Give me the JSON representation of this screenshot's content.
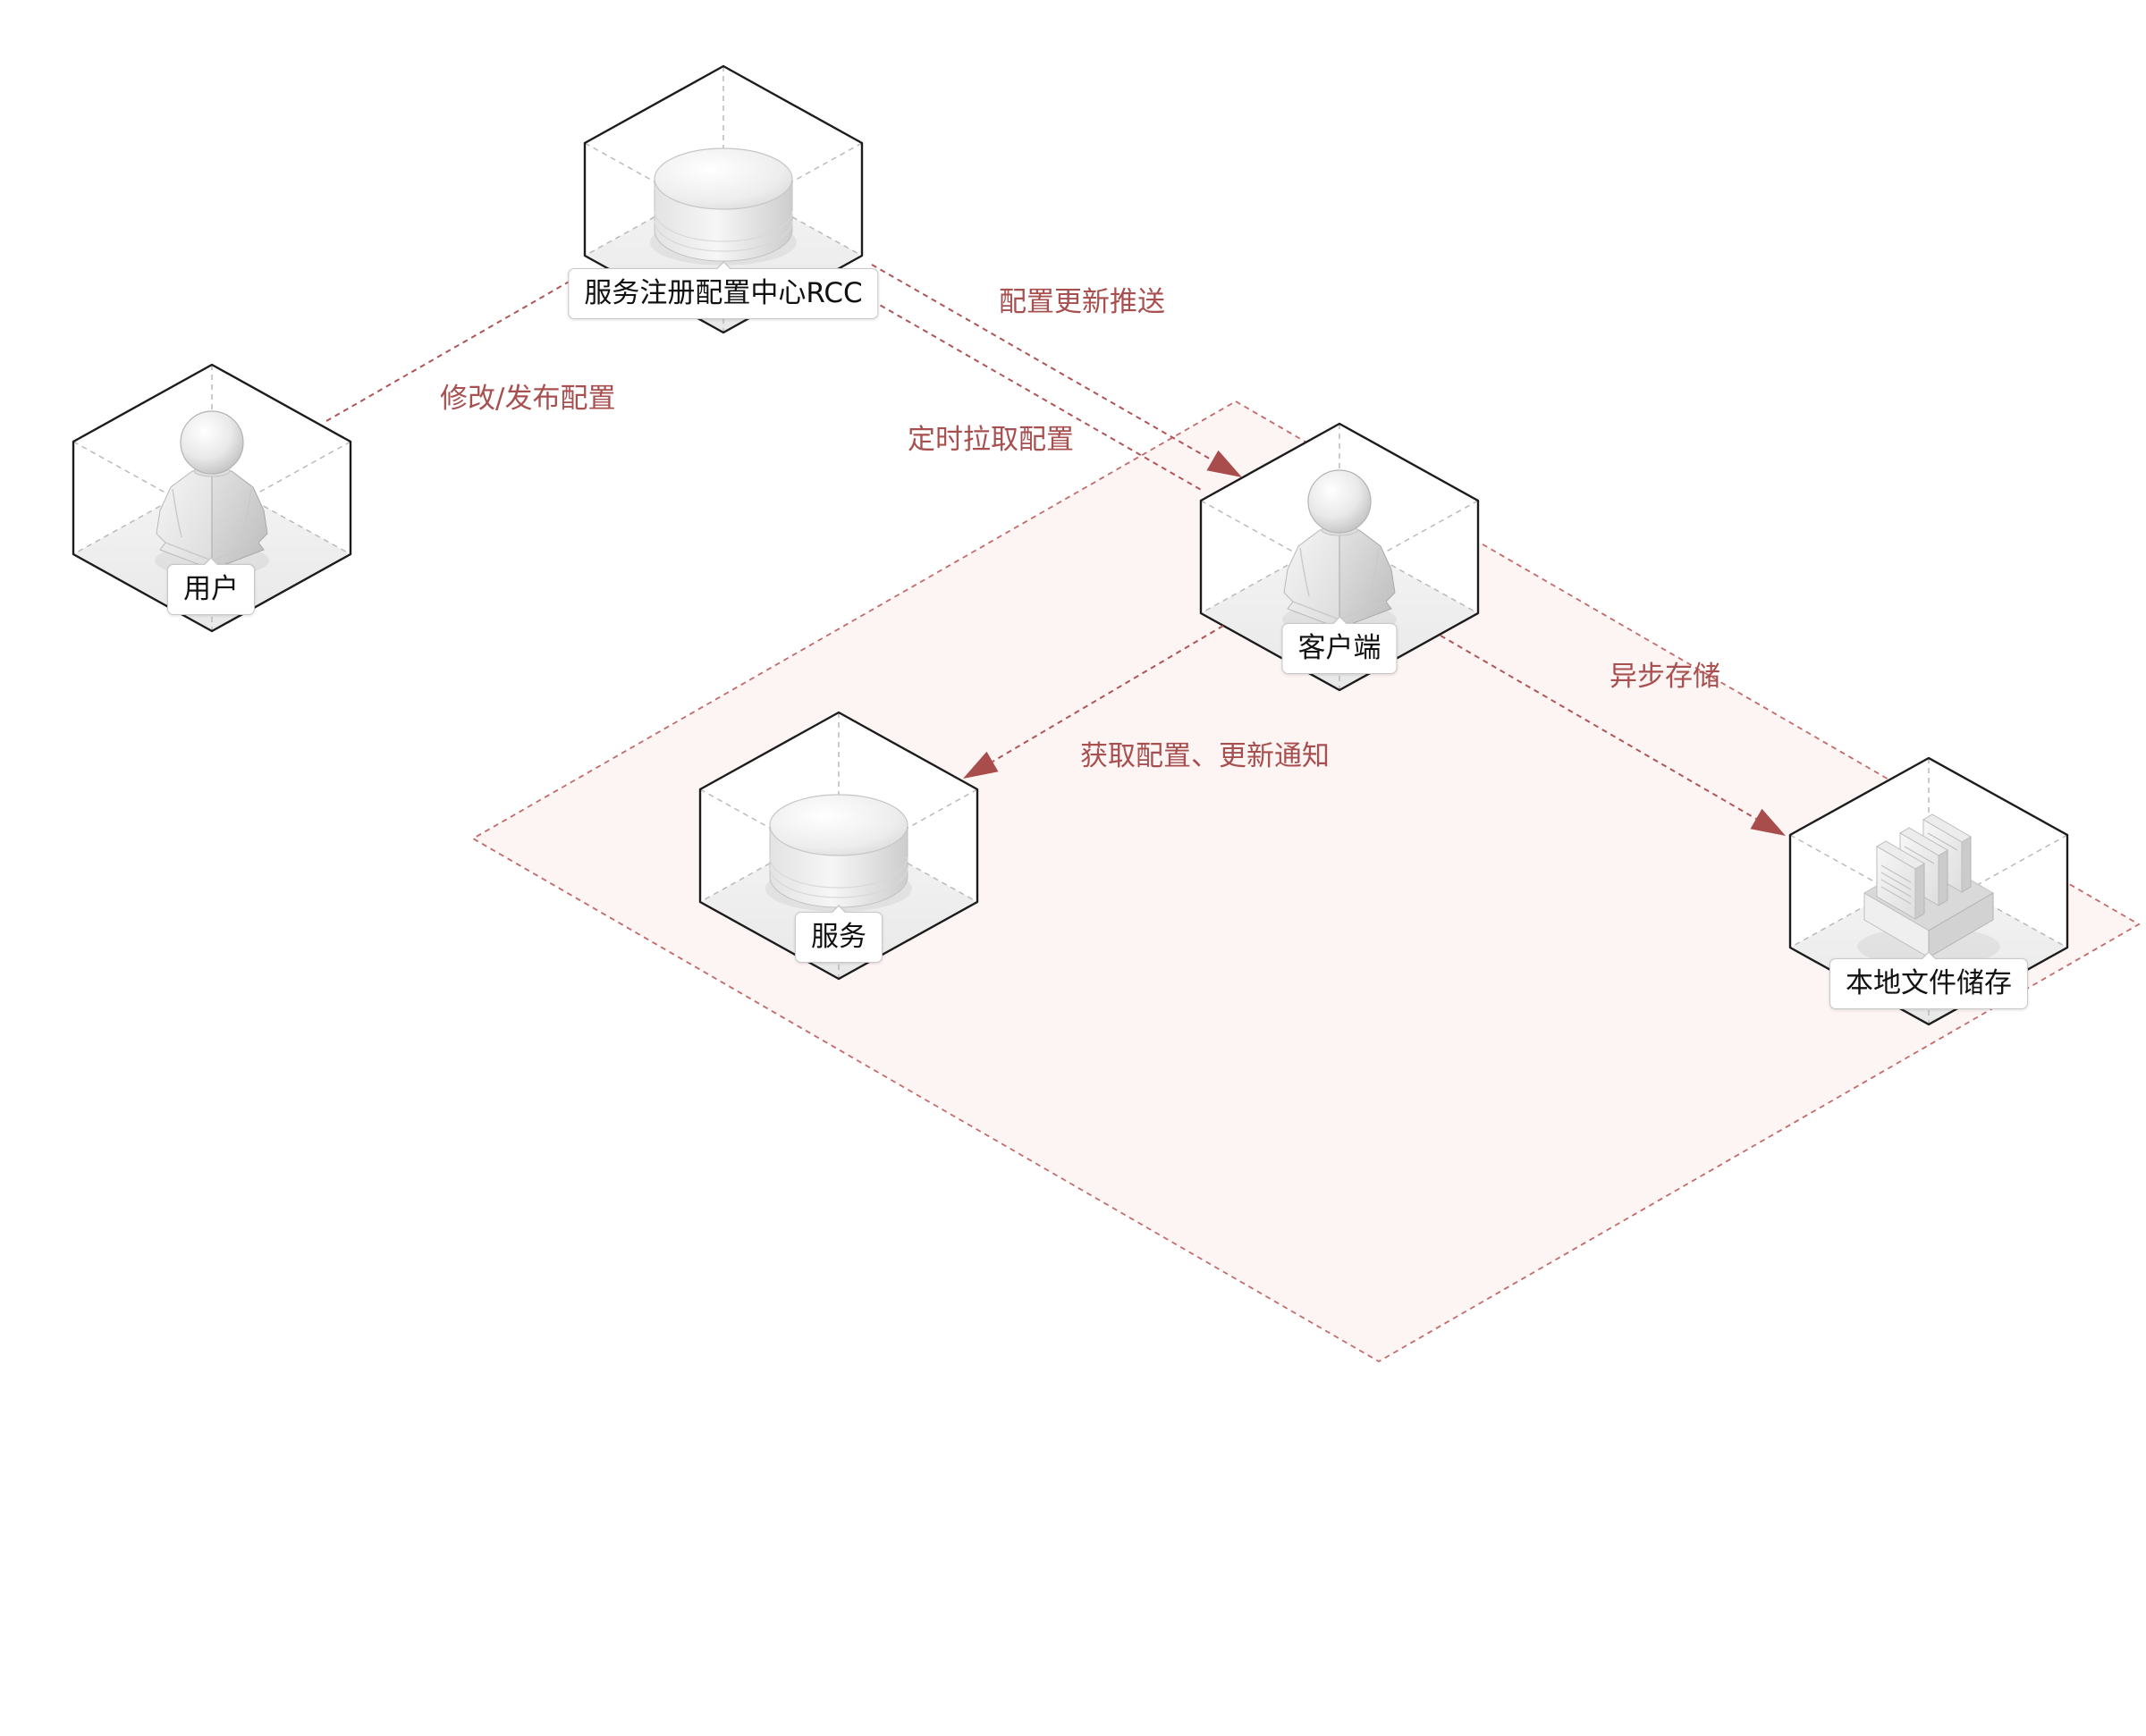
{
  "diagram": {
    "nodes": {
      "rcc": {
        "label": "服务注册配置中心RCC",
        "icon": "database-icon"
      },
      "user": {
        "label": "用户",
        "icon": "person-icon"
      },
      "client": {
        "label": "客户端",
        "icon": "person-icon"
      },
      "service": {
        "label": "服务",
        "icon": "database-icon"
      },
      "storage": {
        "label": "本地文件储存",
        "icon": "file-storage-icon"
      }
    },
    "edges": {
      "modify_publish": {
        "label": "修改/发布配置"
      },
      "push_update": {
        "label": "配置更新推送"
      },
      "scheduled_pull": {
        "label": "定时拉取配置"
      },
      "fetch_notify": {
        "label": "获取配置、更新通知"
      },
      "async_store": {
        "label": "异步存储"
      }
    }
  },
  "colors": {
    "edge": "#b05555",
    "edge_label": "#a85050",
    "arrow": "#a84c4c",
    "zone_fill": "#fdf4f4",
    "zone_border": "#c46a6a",
    "cube_outline": "#1c1c1c",
    "label_border": "#c8c8c8"
  }
}
